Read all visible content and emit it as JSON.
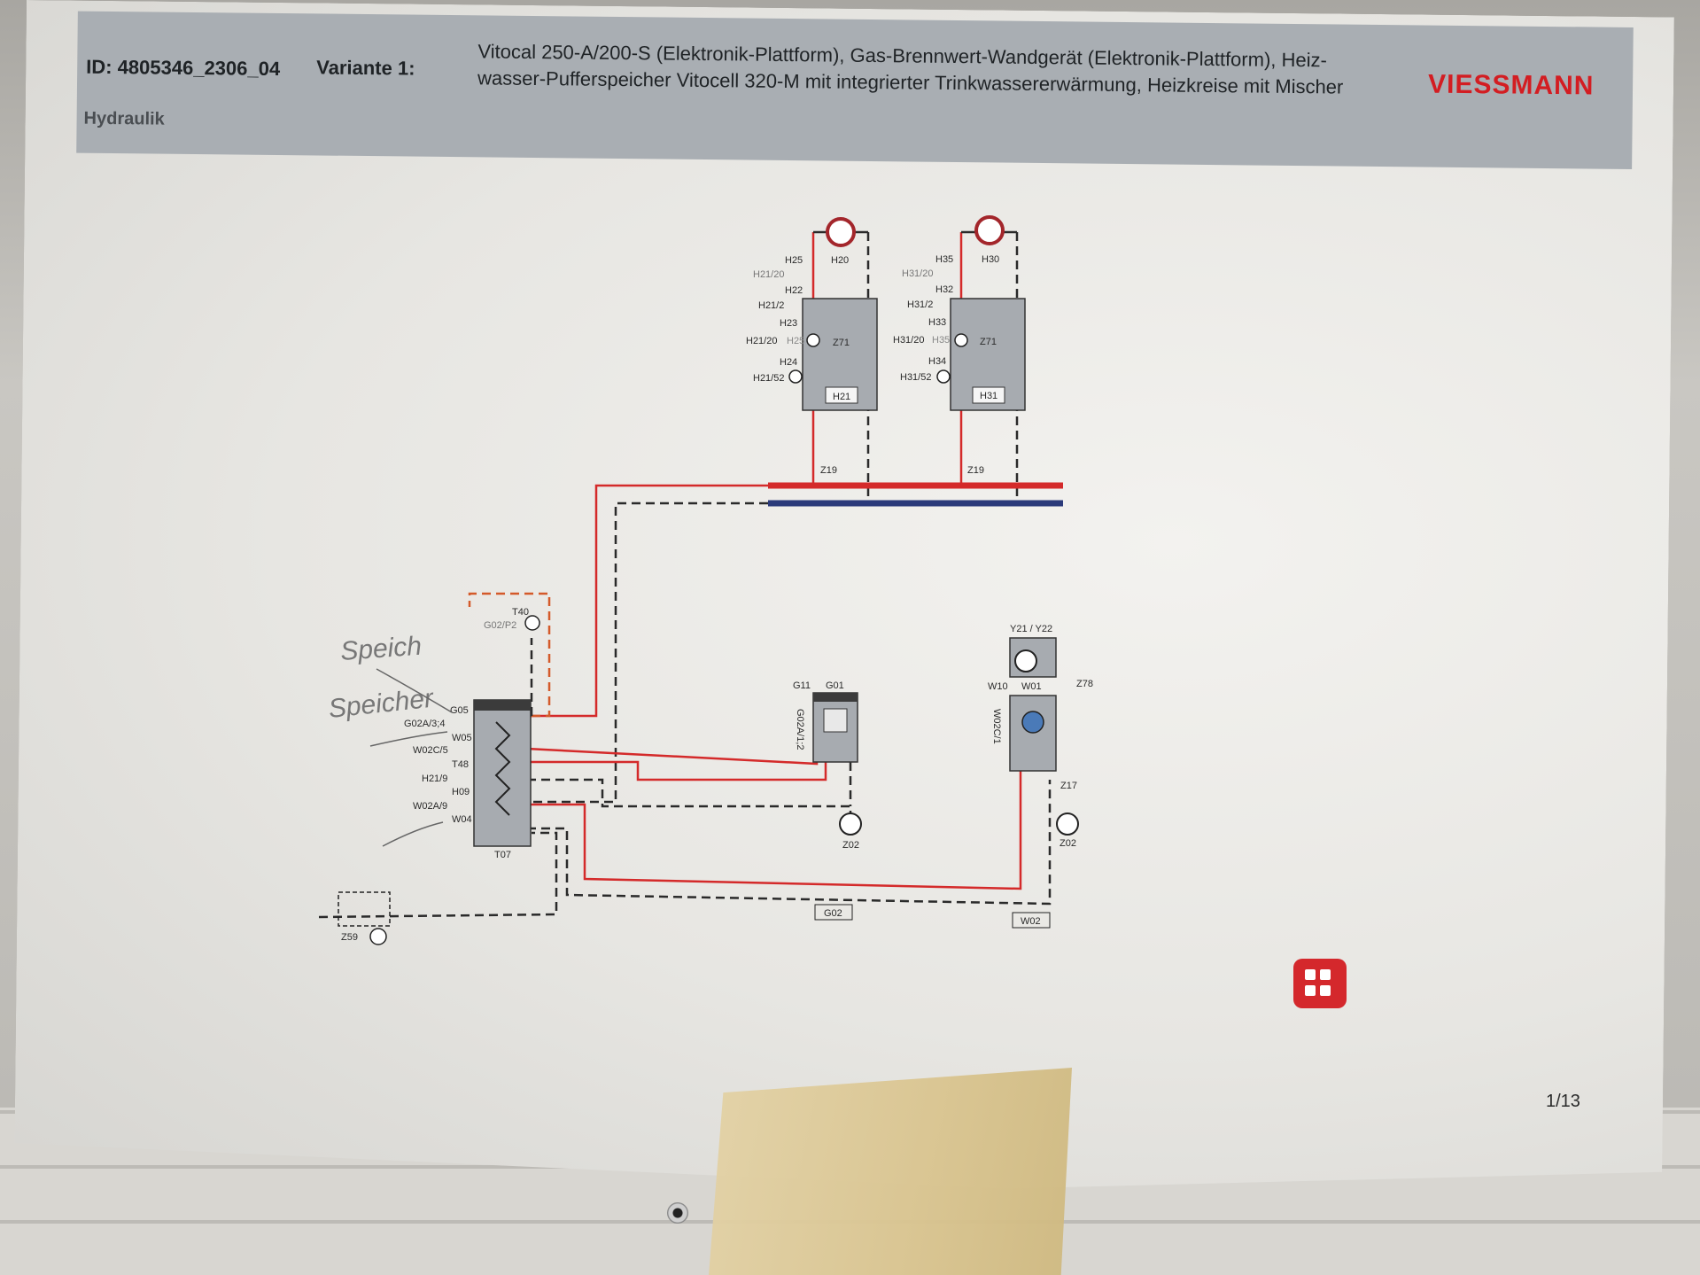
{
  "header": {
    "doc_id": "ID: 4805346_2306_04",
    "variant_label": "Variante 1:",
    "description_line1": "Vitocal 250-A/200-S (Elektronik-Plattform), Gas-Brennwert-Wandgerät (Elektronik-Plattform), Heiz-",
    "description_line2": "wasser-Pufferspeicher Vitocell 320-M mit integrierter Trinkwassererwärmung, Heizkreise mit Mischer",
    "section": "Hydraulik",
    "brand": "VIESSMANN"
  },
  "footer": {
    "page": "1/13"
  },
  "handwriting": {
    "note1": "Speich",
    "note2": "Speicher"
  },
  "labels": {
    "h25": "H25",
    "h20": "H20",
    "h21_20a": "H21/20",
    "h22": "H22",
    "h21_2": "H21/2",
    "h23": "H23",
    "h21_20b": "H21/20",
    "h21_20b_tail": "H25",
    "z71a": "Z71",
    "h24": "H24",
    "h21_52": "H21/52",
    "h21": "H21",
    "h35": "H35",
    "h30": "H30",
    "h31_20a": "H31/20",
    "h32": "H32",
    "h31_2": "H31/2",
    "h33": "H33",
    "h31_20b": "H31/20",
    "h31_20b_tail": "H35",
    "z71b": "Z71",
    "h34": "H34",
    "h31_52": "H31/52",
    "h31": "H31",
    "z19a": "Z19",
    "z19b": "Z19",
    "t40": "T40",
    "g02_p2": "G02/P2",
    "g05": "G05",
    "g02a_3_4": "G02A/3;4",
    "w05": "W05",
    "w02c_5": "W02C/5",
    "t48": "T48",
    "h21_9": "H21/9",
    "h09": "H09",
    "w02a_9": "W02A/9",
    "w04": "W04",
    "t07": "T07",
    "g11": "G11",
    "g01": "G01",
    "g02a_1_2": "G02A/1;2",
    "z02a": "Z02",
    "y21_y22": "Y21 / Y22",
    "z78": "Z78",
    "w10": "W10",
    "w01": "W01",
    "w02c_1": "W02C/1",
    "z17": "Z17",
    "z02b": "Z02",
    "g02": "G02",
    "w02": "W02",
    "z59": "Z59"
  },
  "colors": {
    "supply": "#d42a2a",
    "return": "#2a2a2a",
    "bus_return": "#2b3a7a",
    "brand": "#d31d22"
  }
}
